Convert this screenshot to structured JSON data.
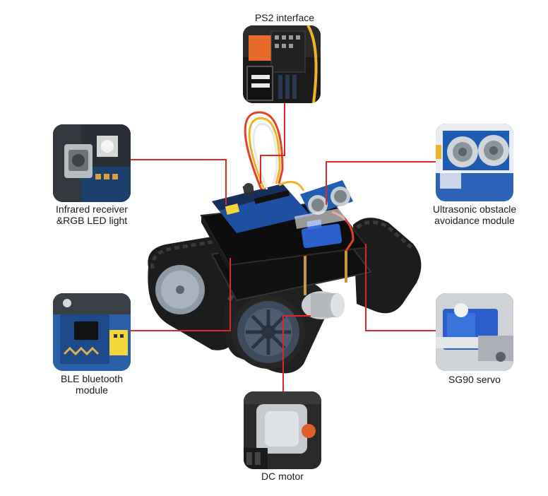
{
  "components": {
    "ps2": {
      "label": "PS2 interface"
    },
    "infrared": {
      "line1": "Infrared receiver",
      "line2": "&RGB LED light"
    },
    "ultrasonic": {
      "line1": "Ultrasonic obstacle",
      "line2": "avoidance module"
    },
    "ble": {
      "line1": "BLE bluetooth",
      "line2": "module"
    },
    "servo": {
      "label": "SG90 servo"
    },
    "dc_motor": {
      "label": "DC motor"
    }
  },
  "colors": {
    "connector": "#e0262b",
    "background": "#ffffff"
  }
}
